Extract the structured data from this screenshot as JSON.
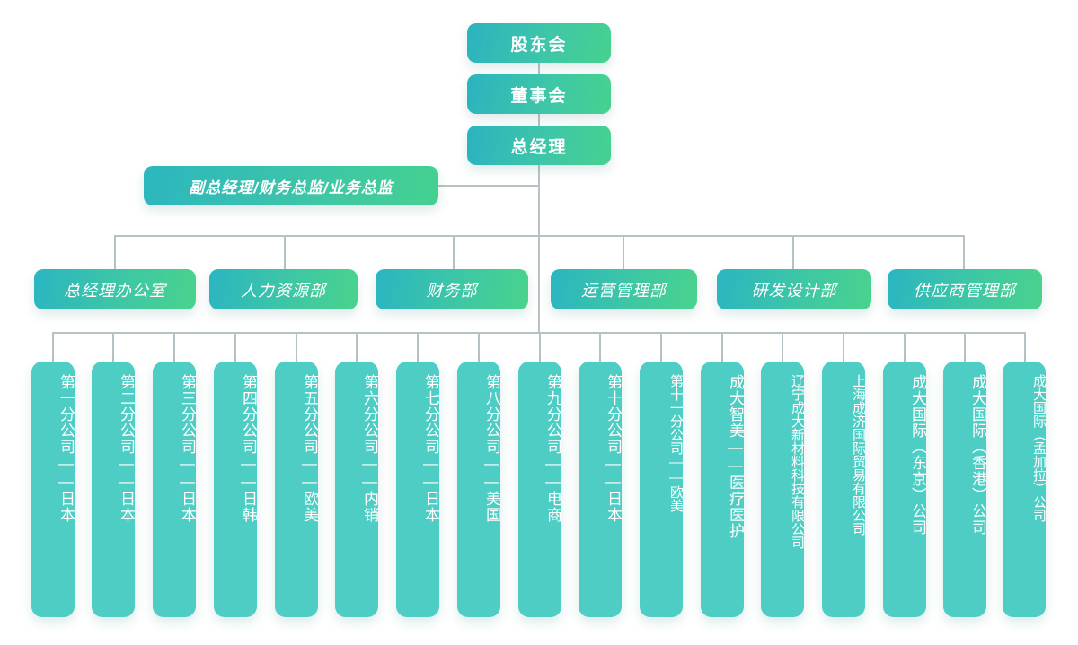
{
  "chart": {
    "title": "组织架构图",
    "colors": {
      "gradient_start": "#2bb3c0",
      "gradient_mid": "#3ec6a8",
      "gradient_end": "#47d18f",
      "leaf_fill": "#4ecdc4",
      "connector": "#b6c2c6",
      "background": "#ffffff",
      "text": "#ffffff"
    }
  },
  "top_chain": [
    {
      "label": "股东会"
    },
    {
      "label": "董事会"
    },
    {
      "label": "总经理"
    }
  ],
  "staff": {
    "label": "副总经理/财务总监/业务总监"
  },
  "departments": [
    {
      "label": "总经理办公室"
    },
    {
      "label": "人力资源部"
    },
    {
      "label": "财务部"
    },
    {
      "label": "运营管理部"
    },
    {
      "label": "研发设计部"
    },
    {
      "label": "供应商管理部"
    }
  ],
  "branches": [
    {
      "label": "第一分公司——日本"
    },
    {
      "label": "第二分公司——日本"
    },
    {
      "label": "第三分公司——日本"
    },
    {
      "label": "第四分公司——日韩"
    },
    {
      "label": "第五分公司——欧美"
    },
    {
      "label": "第六分公司——内销"
    },
    {
      "label": "第七分公司——日本"
    },
    {
      "label": "第八分公司——美国"
    },
    {
      "label": "第九分公司——电商"
    },
    {
      "label": "第十分公司——日本"
    },
    {
      "label": "第十一分公司——欧美"
    },
    {
      "label": "成大智美——医疗医护"
    },
    {
      "label": "辽宁成大新材料科技有限公司"
    },
    {
      "label": "上海成济国际贸易有限公司"
    },
    {
      "label": "成大国际（东京）公司"
    },
    {
      "label": "成大国际（香港）公司"
    },
    {
      "label": "成大国际（孟加拉）公司"
    }
  ]
}
